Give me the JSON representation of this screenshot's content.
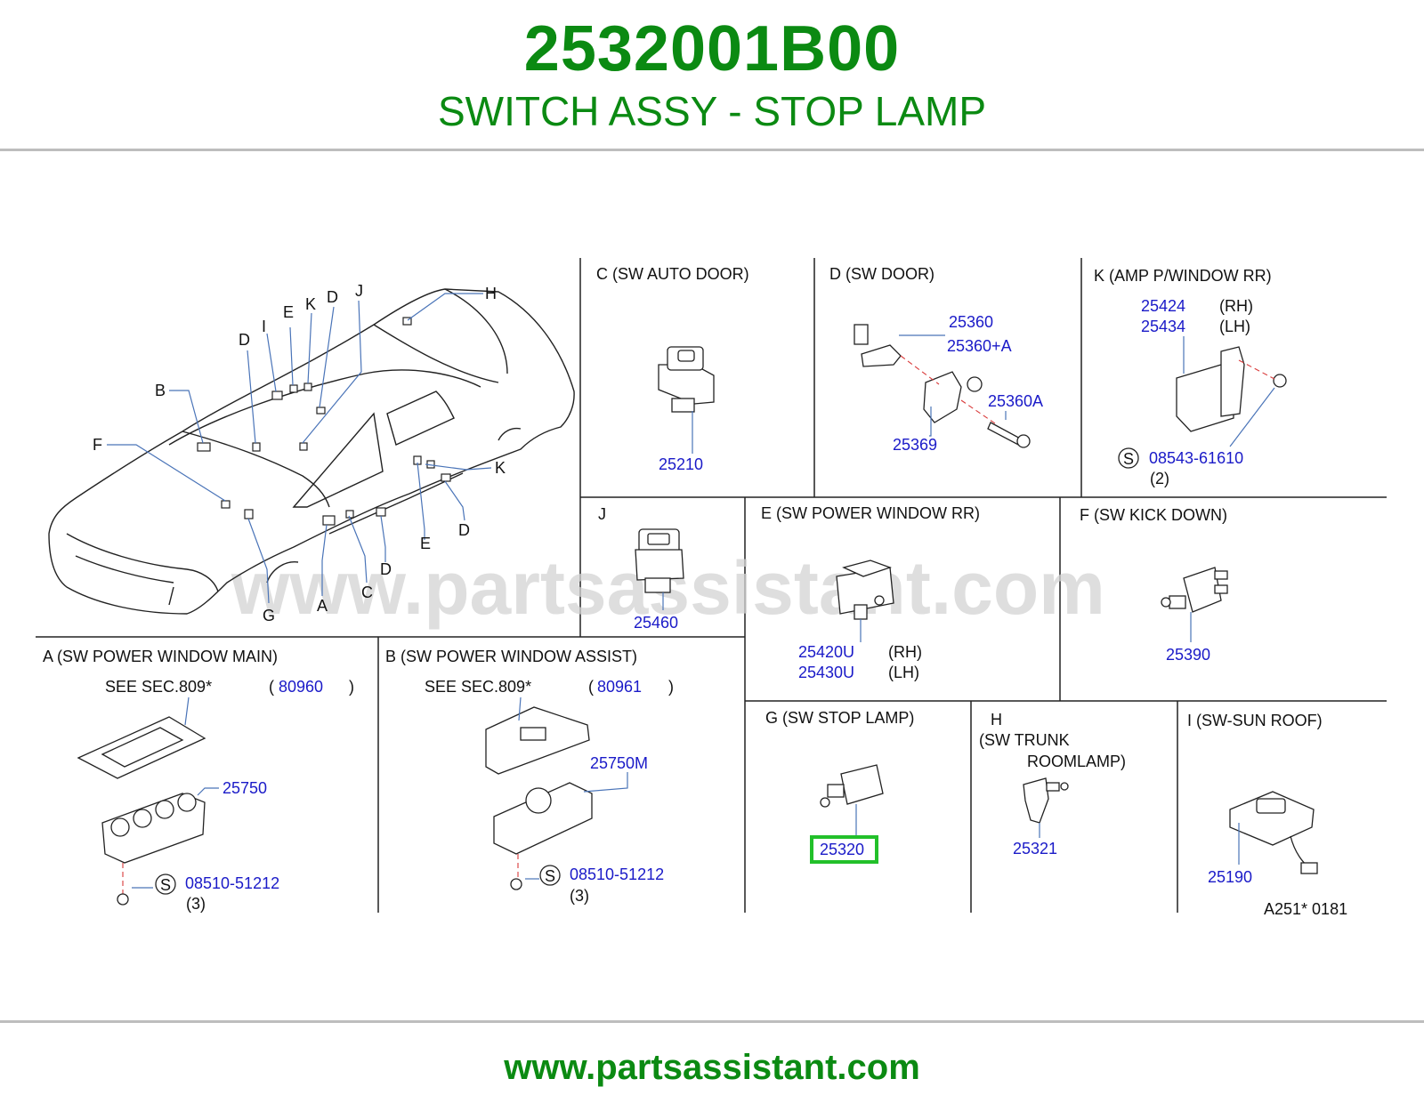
{
  "header": {
    "part_number": "2532001B00",
    "part_description": "SWITCH ASSY - STOP LAMP"
  },
  "footer": {
    "website": "www.partsassistant.com"
  },
  "watermark": "www.partsassistant.com",
  "colors": {
    "brand_green": "#0b8a12",
    "part_number_blue": "#1a1ac8",
    "highlight_green": "#22c02a"
  },
  "car_callouts": [
    "H",
    "E",
    "K",
    "D",
    "J",
    "I",
    "D",
    "B",
    "F",
    "K",
    "D",
    "E",
    "D",
    "C",
    "A",
    "G"
  ],
  "panels": {
    "C": {
      "title": "C  (SW   AUTO   DOOR)",
      "parts": [
        "25210"
      ]
    },
    "D": {
      "title": "D (SW   DOOR)",
      "parts": [
        "25360",
        "25360+A",
        "25360A",
        "25369"
      ]
    },
    "K": {
      "title": "K (AMP   P/WINDOW   RR)",
      "parts": [
        "25424",
        "25434"
      ],
      "sides": [
        "(RH)",
        "(LH)"
      ],
      "screw_symbol": "S",
      "screw": "08543-61610",
      "qty": "(2)"
    },
    "J": {
      "title": "J",
      "parts": [
        "25460"
      ]
    },
    "E": {
      "title": "E (SW   POWER   WINDOW   RR)",
      "parts": [
        "25420U",
        "25430U"
      ],
      "sides": [
        "(RH)",
        "(LH)"
      ]
    },
    "F": {
      "title": "F (SW   KICK   DOWN)",
      "parts": [
        "25390"
      ]
    },
    "A": {
      "title": "A  (SW   POWER   WINDOW   MAIN)",
      "see": "SEE   SEC.809*",
      "ref": "80960",
      "parts": [
        "25750"
      ],
      "screw_symbol": "S",
      "screw": "08510-51212",
      "qty": "(3)"
    },
    "B": {
      "title": "B (SW   POWER   WINDOW   ASSIST)",
      "see": "SEE   SEC.809*",
      "ref": "80961",
      "parts": [
        "25750M"
      ],
      "screw_symbol": "S",
      "screw": "08510-51212",
      "qty": "(3)"
    },
    "G": {
      "title": "G (SW   STOP   LAMP)",
      "parts": [
        "25320"
      ]
    },
    "H": {
      "title_1": "H",
      "title_2": "(SW   TRUNK",
      "title_3": "ROOMLAMP)",
      "parts": [
        "25321"
      ]
    },
    "I": {
      "title": "I  (SW-SUN   ROOF)",
      "parts": [
        "25190"
      ]
    }
  },
  "diagram_code": "A251*   0181"
}
